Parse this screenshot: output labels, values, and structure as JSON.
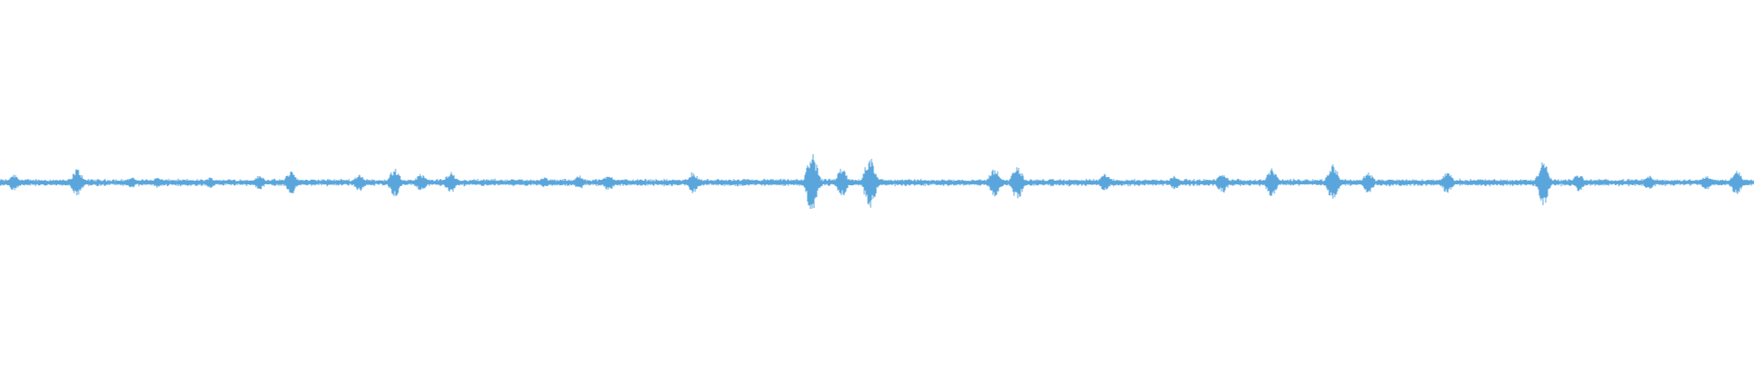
{
  "waveform": {
    "color": "#5aa6dc",
    "background": "#ffffff",
    "baseline_amplitude": 0.012,
    "noise_amplitude": 0.02,
    "peaks": [
      {
        "pos": 0.008,
        "amp": 0.05
      },
      {
        "pos": 0.044,
        "amp": 0.08
      },
      {
        "pos": 0.075,
        "amp": 0.03
      },
      {
        "pos": 0.09,
        "amp": 0.03
      },
      {
        "pos": 0.12,
        "amp": 0.03
      },
      {
        "pos": 0.148,
        "amp": 0.04
      },
      {
        "pos": 0.166,
        "amp": 0.07
      },
      {
        "pos": 0.205,
        "amp": 0.05
      },
      {
        "pos": 0.225,
        "amp": 0.08
      },
      {
        "pos": 0.24,
        "amp": 0.05
      },
      {
        "pos": 0.257,
        "amp": 0.06
      },
      {
        "pos": 0.31,
        "amp": 0.03
      },
      {
        "pos": 0.33,
        "amp": 0.04
      },
      {
        "pos": 0.347,
        "amp": 0.05
      },
      {
        "pos": 0.395,
        "amp": 0.06
      },
      {
        "pos": 0.44,
        "amp": 0.02
      },
      {
        "pos": 0.463,
        "amp": 0.18
      },
      {
        "pos": 0.48,
        "amp": 0.08
      },
      {
        "pos": 0.496,
        "amp": 0.16
      },
      {
        "pos": 0.567,
        "amp": 0.08
      },
      {
        "pos": 0.58,
        "amp": 0.1
      },
      {
        "pos": 0.63,
        "amp": 0.05
      },
      {
        "pos": 0.67,
        "amp": 0.04
      },
      {
        "pos": 0.697,
        "amp": 0.06
      },
      {
        "pos": 0.725,
        "amp": 0.08
      },
      {
        "pos": 0.76,
        "amp": 0.11
      },
      {
        "pos": 0.78,
        "amp": 0.06
      },
      {
        "pos": 0.825,
        "amp": 0.06
      },
      {
        "pos": 0.88,
        "amp": 0.13
      },
      {
        "pos": 0.9,
        "amp": 0.05
      },
      {
        "pos": 0.94,
        "amp": 0.04
      },
      {
        "pos": 0.973,
        "amp": 0.04
      },
      {
        "pos": 0.99,
        "amp": 0.07
      }
    ]
  }
}
